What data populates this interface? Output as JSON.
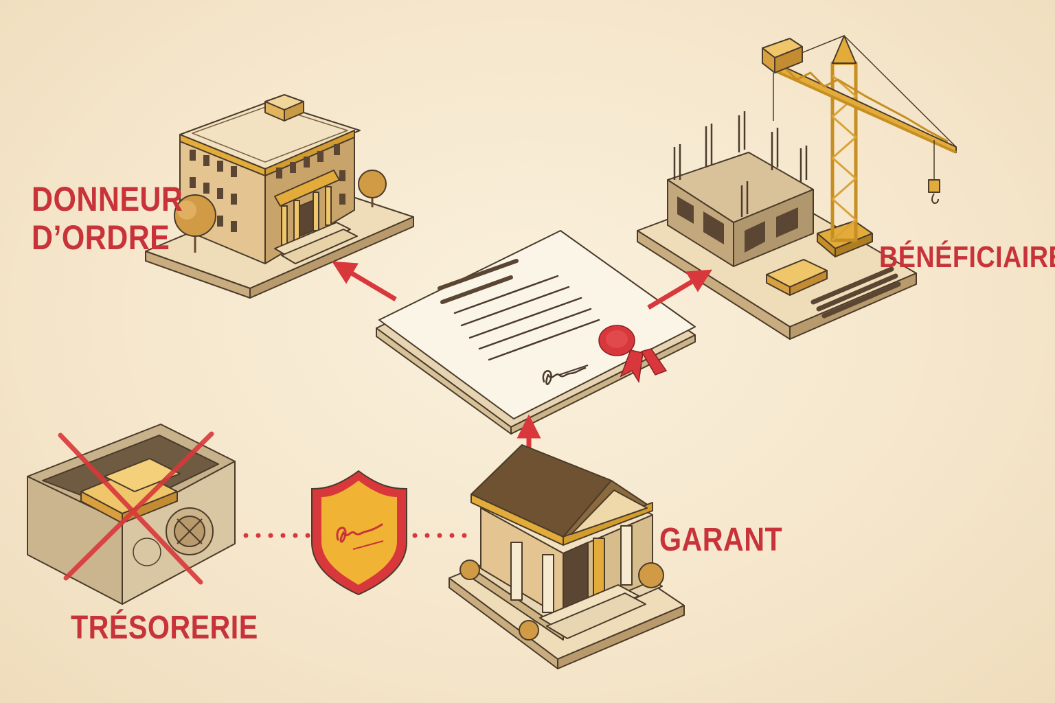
{
  "labels": {
    "donneur_line1": "DONNEUR",
    "donneur_line2": "D’ORDRE",
    "beneficiaire": "BÉNÉFICIAIRE",
    "garant": "GARANT",
    "tresorerie": "TRÉSORERIE"
  },
  "colors": {
    "accent_red": "#c8333a",
    "gold": "#e3ac3a",
    "background": "#f6e8cf",
    "ink": "#4a3b2a"
  },
  "icons": [
    "office-building-icon",
    "construction-site-icon",
    "crane-icon",
    "contract-document-icon",
    "wax-seal-icon",
    "bank-icon",
    "shield-signature-icon",
    "safe-icon",
    "cross-out-icon"
  ]
}
